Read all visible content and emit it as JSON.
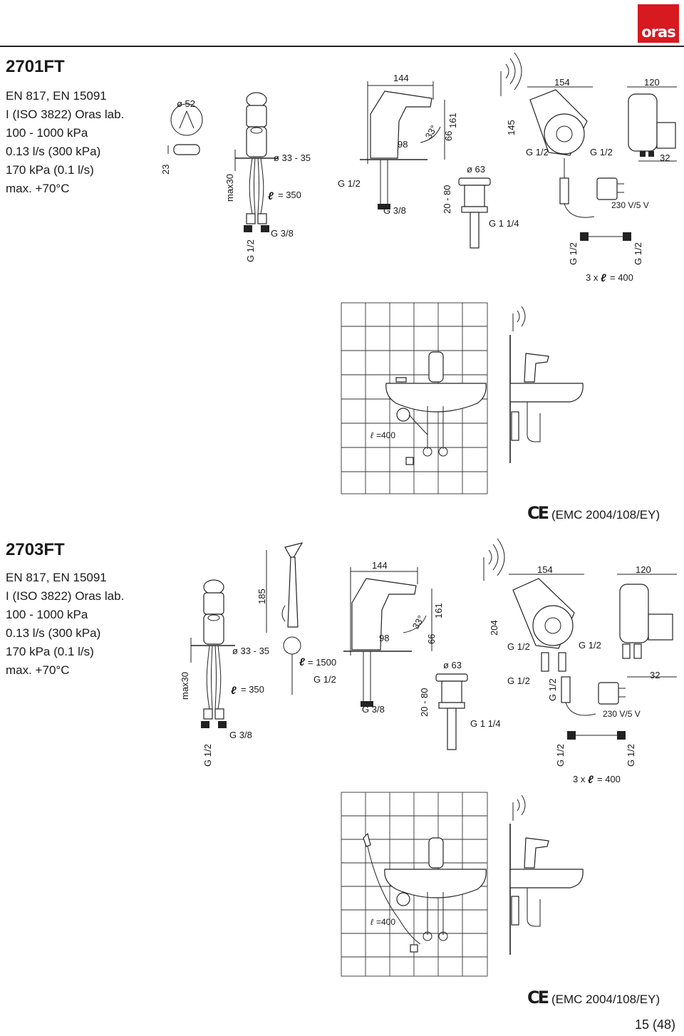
{
  "header": {
    "logo_text": "oras"
  },
  "sections": [
    {
      "model": "2701FT",
      "specs": [
        "EN 817, EN 15091",
        "I (ISO 3822) Oras lab.",
        "100 - 1000 kPa",
        "0.13 l/s (300 kPa)",
        "170 kPa (0.1 l/s)",
        "max. +70°C"
      ],
      "labels": {
        "dia52": "ø 52",
        "h23": "23",
        "max30": "max30",
        "dia33": "ø 33 - 35",
        "hose": "= 350",
        "g38a": "G 3/8",
        "g12v": "G 1/2",
        "w144": "144",
        "w98": "98",
        "a33": "33°",
        "h66": "66",
        "h161": "161",
        "g12l": "G 1/2",
        "g38b": "G 3/8",
        "dia63": "ø 63",
        "r2080": "20 - 80",
        "g114": "G 1 1/4",
        "w154": "154",
        "h145": "145",
        "g12c": "G 1/2",
        "g12d": "G 1/2",
        "w120": "120",
        "w32": "32",
        "volt": "230 V/5 V",
        "g12e": "G 1/2",
        "g12f": "G 1/2",
        "hoses3": "3 x",
        "hoses3b": "= 400",
        "inst_len": "=400"
      },
      "ce": "(EMC 2004/108/EY)"
    },
    {
      "model": "2703FT",
      "specs": [
        "EN 817, EN 15091",
        "I (ISO 3822) Oras lab.",
        "100 - 1000 kPa",
        "0.13 l/s (300 kPa)",
        "170 kPa (0.1 l/s)",
        "max. +70°C"
      ],
      "labels": {
        "max30": "max30",
        "dia33": "ø 33 - 35",
        "hose": "= 350",
        "g38a": "G 3/8",
        "g12v": "G 1/2",
        "h185": "185",
        "hose1500": "= 1500",
        "g12l": "G 1/2",
        "w144": "144",
        "w98": "98",
        "a33": "33°",
        "h66": "66",
        "h161": "161",
        "g38b": "G 3/8",
        "dia63": "ø 63",
        "r2080": "20 - 80",
        "g114": "G 1 1/4",
        "w154": "154",
        "h204": "204",
        "g12c": "G 1/2",
        "g12d": "G 1/2",
        "g12g": "G 1/2",
        "g12h": "G 1/2",
        "w120": "120",
        "w32": "32",
        "volt": "230 V/5 V",
        "g12e": "G 1/2",
        "g12f": "G 1/2",
        "hoses3": "3 x",
        "hoses3b": "= 400",
        "inst_len": "=400"
      },
      "ce": "(EMC 2004/108/EY)"
    }
  ],
  "footer": {
    "page": "15 (48)"
  }
}
